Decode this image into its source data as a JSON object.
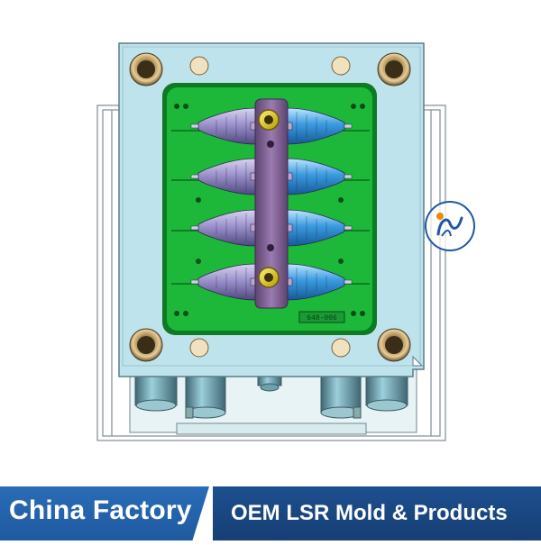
{
  "banner": {
    "left_text": "China Factory",
    "right_text": "OEM LSR Mold & Products"
  },
  "drawing": {
    "part_label": "648-006"
  },
  "colors": {
    "plate": "#bfe3ec",
    "plate_edge": "#5b7e88",
    "cavity_green": "#1db83a",
    "cavity_dark": "#0e7a24",
    "part_purple": "#9c93cc",
    "part_blue": "#3a9be0",
    "runner_bar": "#8a6aa0",
    "bushing": "#c7a46a",
    "banner_left": "#2a6cb6",
    "banner_right": "#1d4f8f"
  },
  "icons": [
    "logo-icon"
  ]
}
